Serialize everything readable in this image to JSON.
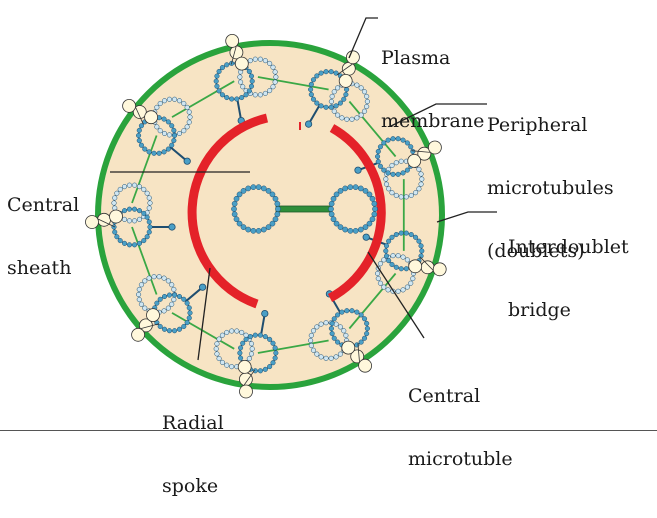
{
  "colors": {
    "plasma_membrane": "#2aa33c",
    "matrix": "#f7e4c4",
    "central_sheath": "#e42229",
    "microtubule_subunit": "#4a9fc6",
    "subunit_outline": "#1f4e70",
    "doublet_ring": "#1d5a82",
    "dynein_arm": "#fff8dc",
    "interdoublet_bridge": "#3aa846",
    "central_bridge": "#2f8e3a",
    "leader_line": "#222222"
  },
  "labels": {
    "plasma_membrane": {
      "line1": "Plasma",
      "line2": "membrane"
    },
    "peripheral_microtubules": {
      "line1": "Peripheral",
      "line2": "microtubules",
      "line3": "(doublets)"
    },
    "central_sheath": {
      "line1": "Central",
      "line2": "sheath"
    },
    "interdoublet_bridge": {
      "line1": "Interdoublet",
      "line2": "bridge"
    },
    "central_microtubule": {
      "line1": "Central",
      "line2": "microtuble"
    },
    "radial_spoke": {
      "line1": "Radial",
      "line2": "spoke"
    }
  }
}
